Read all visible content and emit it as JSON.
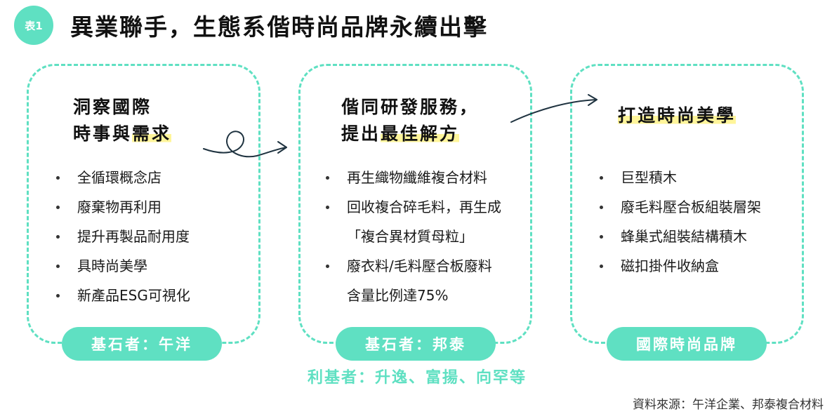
{
  "figure": {
    "badge": "表1",
    "title": "異業聯手，生態系偕時尚品牌永續出擊"
  },
  "cards": [
    {
      "heading_line1": "洞察國際",
      "heading_line2_plain": "時事與",
      "heading_line2_highlight": "需求",
      "items": [
        "全循環概念店",
        "廢棄物再利用",
        "提升再製品耐用度",
        "具時尚美學",
        "新產品ESG可視化"
      ],
      "pill": "基石者：午洋"
    },
    {
      "heading_line1": "偕同研發服務，",
      "heading_line2_plain": "提出",
      "heading_line2_highlight": "最佳解方",
      "items": [
        "再生織物纖維複合材料",
        "回收複合碎毛料，再生成",
        "「複合異材質母粒」",
        "廢衣料/毛料壓合板廢料",
        "含量比例達75%"
      ],
      "pill": "基石者：邦泰",
      "beneficiaries": "利基者：升逸、富揚、向罕等"
    },
    {
      "heading_highlight": "打造時尚美學",
      "items": [
        "巨型積木",
        "廢毛料壓合板組裝層架",
        "蜂巢式組裝結構積木",
        "磁扣掛件收納盒"
      ],
      "pill": "國際時尚品牌"
    }
  ],
  "source": "資料來源：午洋企業、邦泰複合材料",
  "colors": {
    "accent": "#5fe0c2",
    "highlight": "#fff59a",
    "text": "#1a1a1a"
  }
}
